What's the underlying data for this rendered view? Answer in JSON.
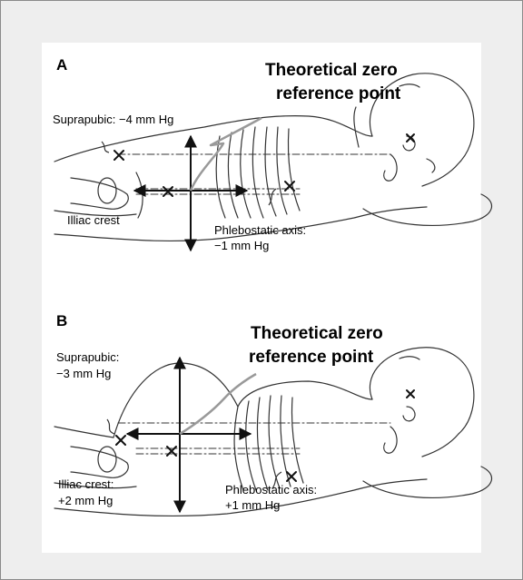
{
  "panel_a": {
    "letter": "A",
    "title_line1": "Theoretical zero",
    "title_line2": "reference point",
    "suprapubic": "Suprapubic: −4 mm Hg",
    "iliac": "Illiac crest",
    "phleb_line1": "Phlebostatic axis:",
    "phleb_line2": "−1 mm Hg"
  },
  "panel_b": {
    "letter": "B",
    "title_line1": "Theoretical zero",
    "title_line2": "reference point",
    "suprapubic_line1": "Suprapubic:",
    "suprapubic_line2": "−3 mm Hg",
    "iliac_line1": "Illiac crest:",
    "iliac_line2": "+2 mm Hg",
    "phleb_line1": "Phlebostatic axis:",
    "phleb_line2": "+1 mm Hg"
  }
}
